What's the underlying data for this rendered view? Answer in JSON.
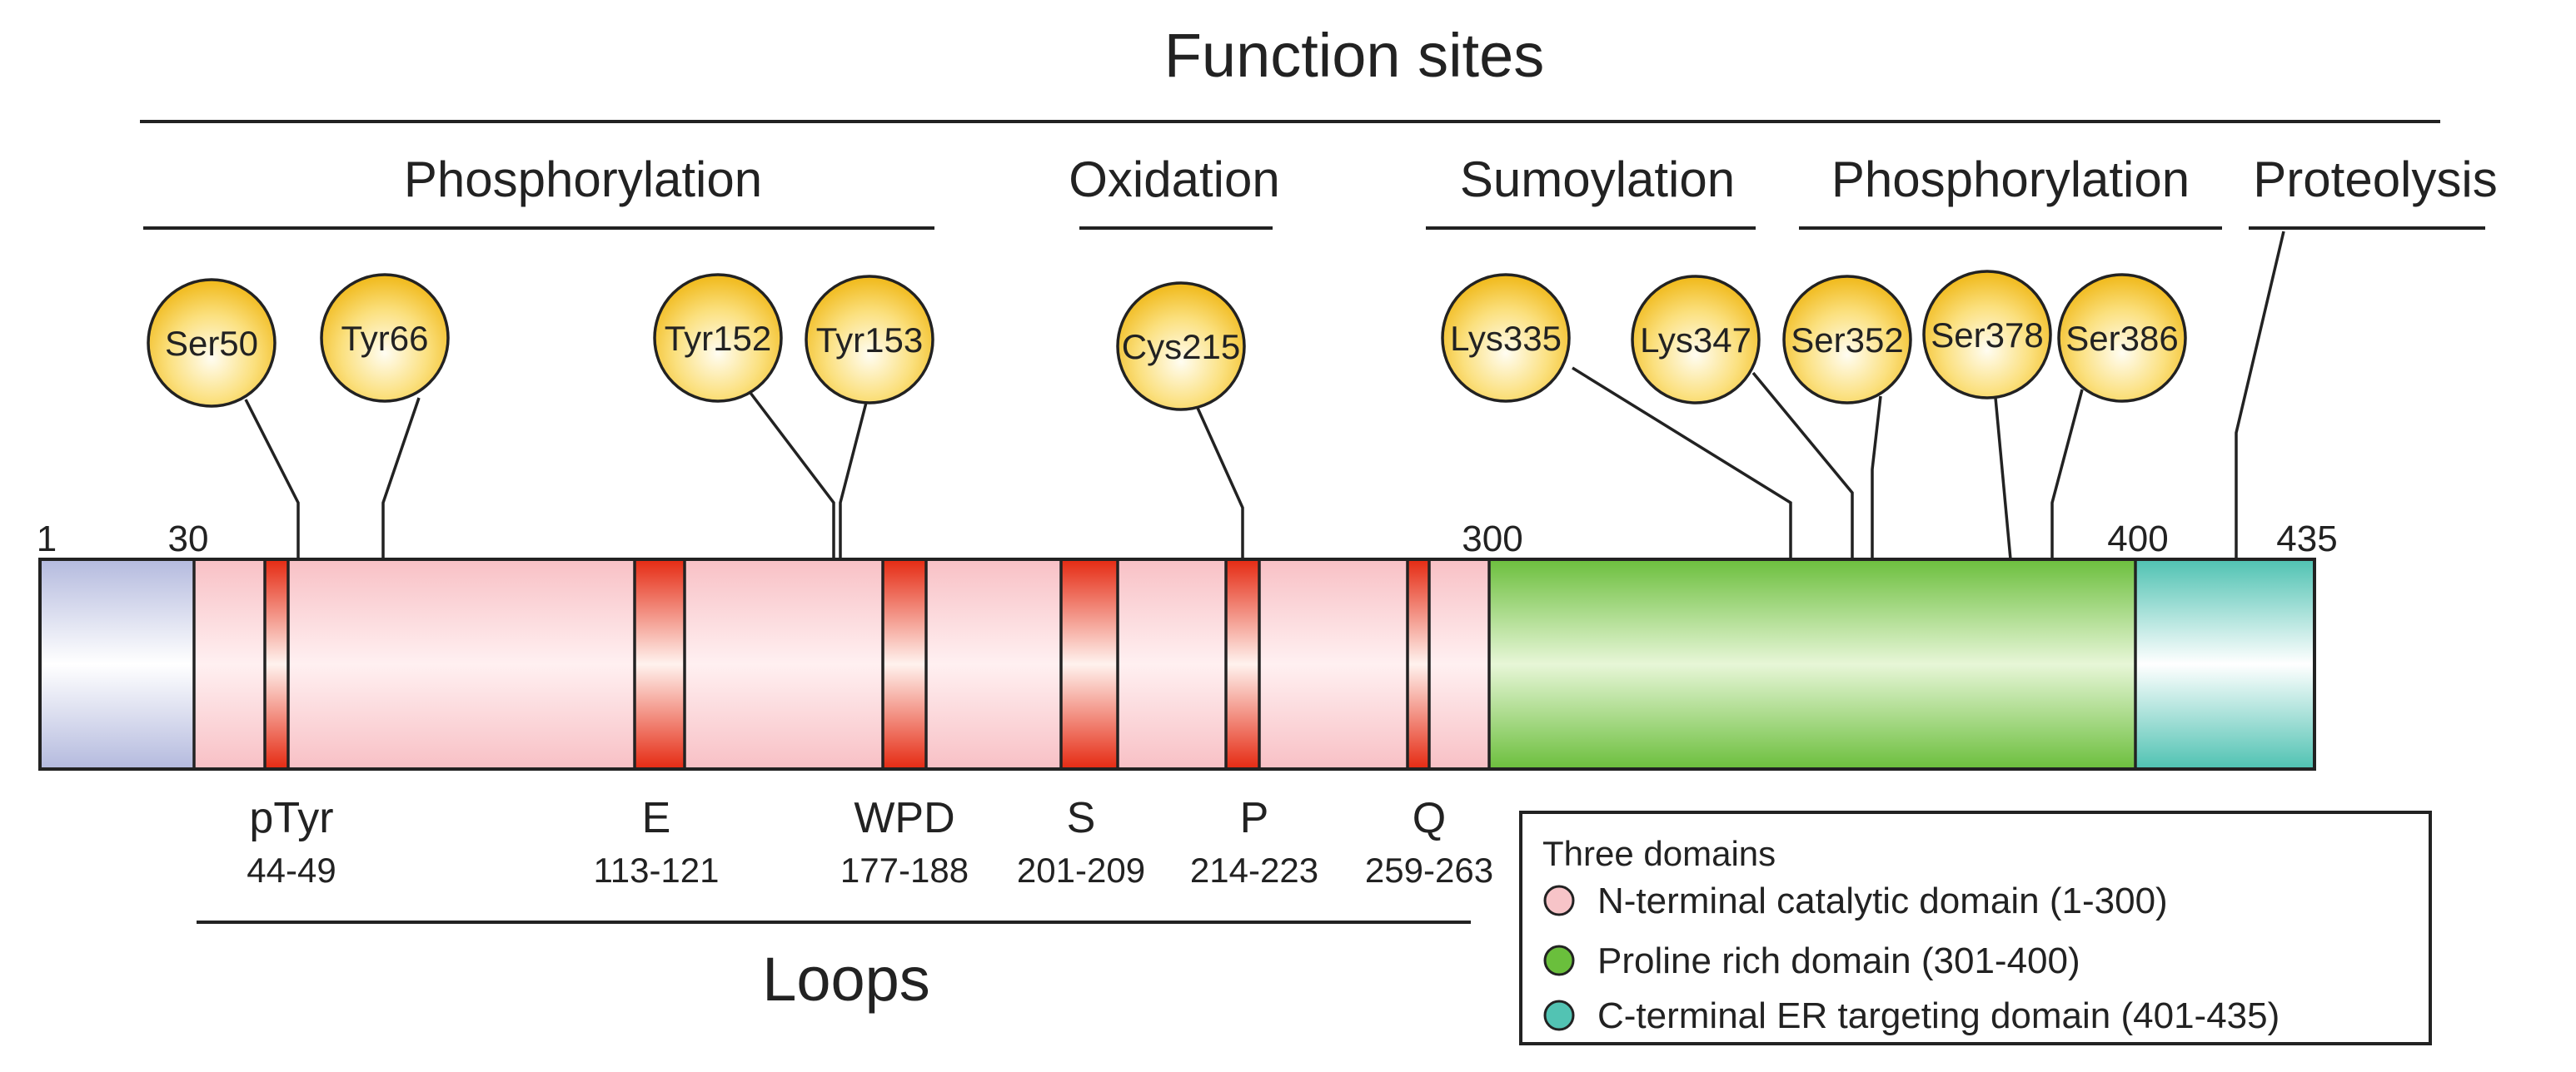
{
  "colors": {
    "n_domain": "#f7c4c8",
    "pro_domain": "#6abf3c",
    "c_domain": "#52c3b3",
    "start_region": "#b8bde0",
    "loop": "#e8341a",
    "site_circle": "#f2bb1a",
    "line": "#222222"
  },
  "titles": {
    "function_sites": "Function sites",
    "loops": "Loops"
  },
  "categories": [
    {
      "label": "Phosphorylation"
    },
    {
      "label": "Oxidation"
    },
    {
      "label": "Sumoylation"
    },
    {
      "label": "Phosphorylation"
    },
    {
      "label": "Proteolysis"
    }
  ],
  "positions": [
    "1",
    "30",
    "300",
    "400",
    "435"
  ],
  "sites": [
    {
      "label": "Ser50",
      "pos": 50
    },
    {
      "label": "Tyr66",
      "pos": 66
    },
    {
      "label": "Tyr152",
      "pos": 152
    },
    {
      "label": "Tyr153",
      "pos": 153
    },
    {
      "label": "Cys215",
      "pos": 215
    },
    {
      "label": "Lys335",
      "pos": 335
    },
    {
      "label": "Lys347",
      "pos": 347
    },
    {
      "label": "Ser352",
      "pos": 352
    },
    {
      "label": "Ser378",
      "pos": 378
    },
    {
      "label": "Ser386",
      "pos": 386
    }
  ],
  "loops": [
    {
      "name": "pTyr",
      "range": "44-49",
      "start": 44,
      "end": 49
    },
    {
      "name": "E",
      "range": "113-121",
      "start": 113,
      "end": 121
    },
    {
      "name": "WPD",
      "range": "177-188",
      "start": 177,
      "end": 188
    },
    {
      "name": "S",
      "range": "201-209",
      "start": 201,
      "end": 209
    },
    {
      "name": "P",
      "range": "214-223",
      "start": 214,
      "end": 223
    },
    {
      "name": "Q",
      "range": "259-263",
      "start": 259,
      "end": 263
    }
  ],
  "legend": {
    "title": "Three domains",
    "items": [
      {
        "label": "N-terminal catalytic domain (1-300)",
        "color": "#f7c4c8"
      },
      {
        "label": "Proline rich domain (301-400)",
        "color": "#6abf3c"
      },
      {
        "label": "C-terminal ER targeting domain (401-435)",
        "color": "#52c3b3"
      }
    ]
  }
}
